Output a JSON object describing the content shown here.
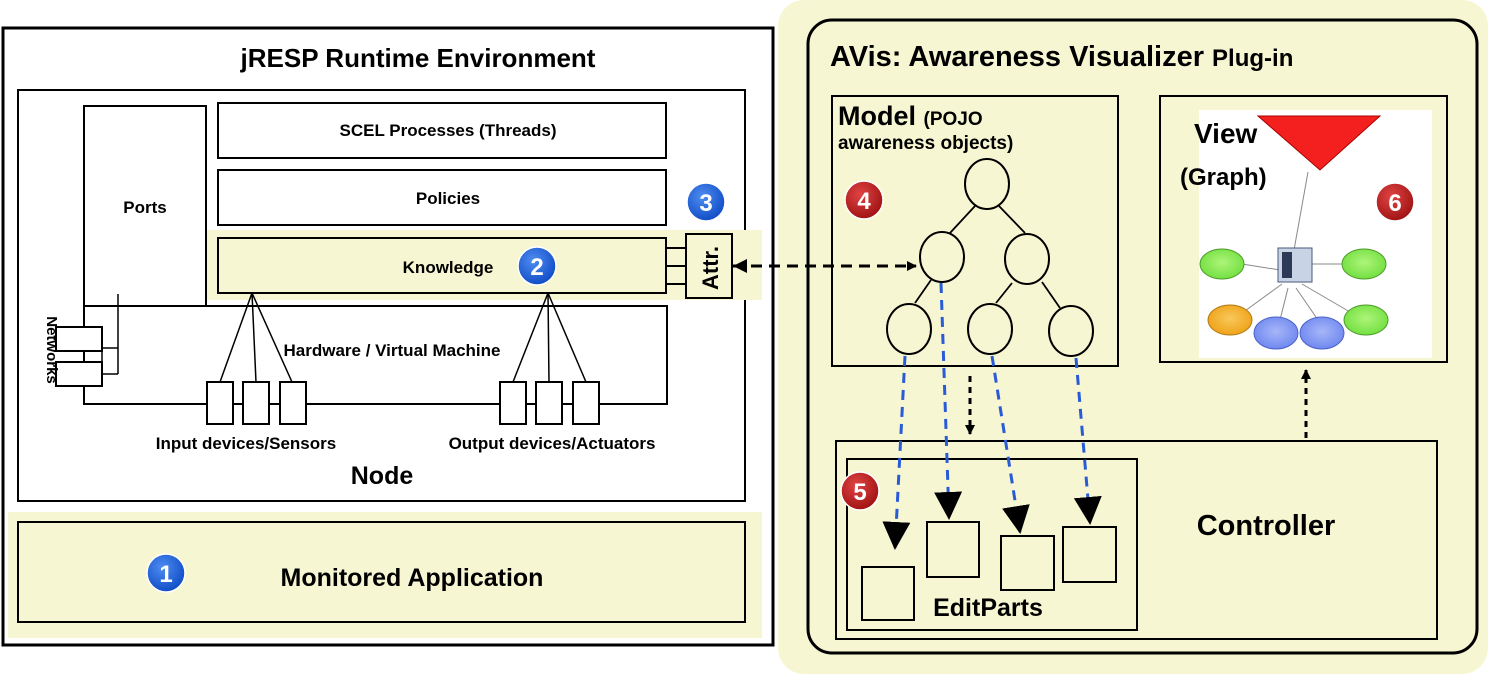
{
  "left": {
    "title": "jRESP Runtime Environment",
    "ports": "Ports",
    "networks": "Networks",
    "scel": "SCEL Processes (Threads)",
    "policies": "Policies",
    "knowledge": "Knowledge",
    "attr": "Attr.",
    "hardware": "Hardware / Virtual Machine",
    "input_devices": "Input devices/Sensors",
    "output_devices": "Output devices/Actuators",
    "node": "Node",
    "monitored_app": "Monitored Application"
  },
  "right": {
    "title_main": "AVis: Awareness Visualizer",
    "title_suffix": "Plug-in",
    "model_title": "Model",
    "model_sub1": "(POJO",
    "model_sub2": "awareness objects)",
    "view_title": "View",
    "view_sub": "(Graph)",
    "controller": "Controller",
    "editparts": "EditParts"
  },
  "badges": {
    "b1": "1",
    "b2": "2",
    "b3": "3",
    "b4": "4",
    "b5": "5",
    "b6": "6"
  },
  "colors": {
    "highlight": "#f7f6d2",
    "blue_badge": "#1a5fd6",
    "red_badge": "#b01818",
    "blue_dash": "#2a5bd7",
    "triangle": "#f42020",
    "green_node": "#7fe84a",
    "orange_node": "#f2b024",
    "blue_node": "#7c93f2"
  }
}
